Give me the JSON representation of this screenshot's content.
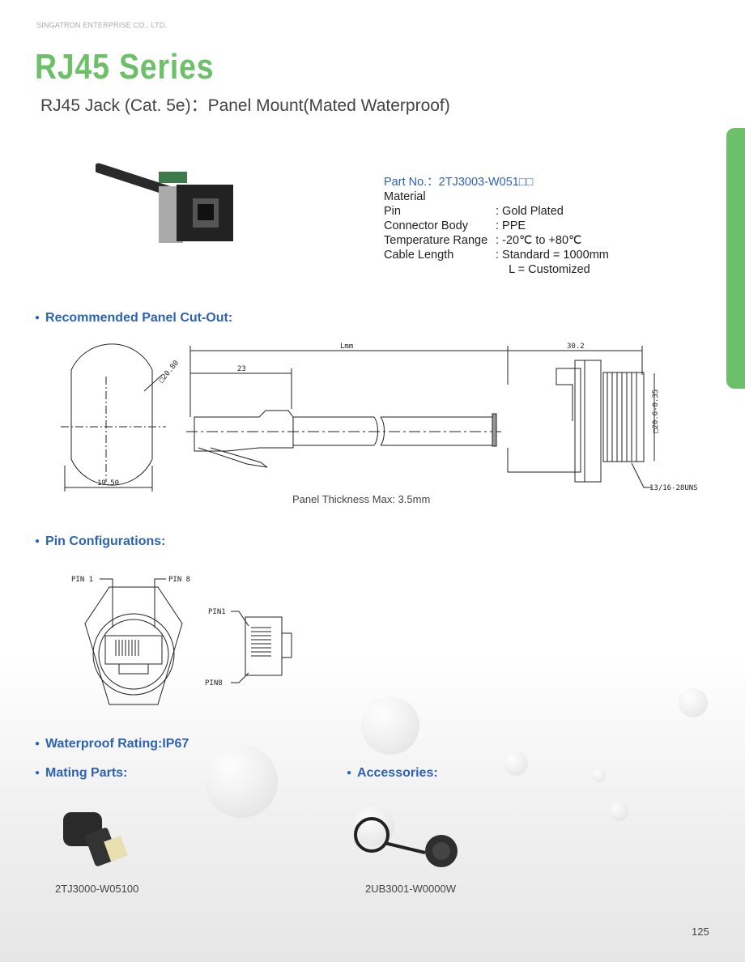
{
  "header": {
    "company": "SINGATRON ENTERPRISE CO., LTD.",
    "title": "RJ45 Series",
    "subtitle": "RJ45 Jack (Cat. 5e)：Panel Mount(Mated Waterproof)"
  },
  "specs": {
    "part_no": "Part No.：2TJ3003-W051□□",
    "material": "Material",
    "rows": [
      {
        "k": "Pin",
        "v": ": Gold Plated"
      },
      {
        "k": "Connector Body",
        "v": ": PPE"
      },
      {
        "k": "Temperature Range",
        "v": ": -20℃ to +80℃"
      },
      {
        "k": "Cable Length",
        "v": ":  Standard = 1000mm"
      },
      {
        "k": "",
        "v": "    L = Customized"
      }
    ]
  },
  "sections": {
    "cutout": "Recommended Panel Cut-Out:",
    "pins": "Pin Configurations:",
    "waterproof": "Waterproof Rating:IP67",
    "mating": "Mating Parts:",
    "accessories": "Accessories:"
  },
  "drawing": {
    "dim_l": "Lmm",
    "dim_23": "23",
    "dim_302": "30.2",
    "dim_d2080": "□20.80",
    "dim_1950": "19.50",
    "dim_d206": "□20.6-0.35",
    "thread": "13/16-28UNS",
    "panel_note": "Panel Thickness Max: 3.5mm"
  },
  "pins": {
    "pin1": "PIN 1",
    "pin8": "PIN 8",
    "pin1b": "PIN1",
    "pin8b": "PIN8"
  },
  "parts": {
    "mating": "2TJ3000-W05100",
    "accessory": "2UB3001-W0000W"
  },
  "page_number": "125",
  "colors": {
    "green": "#6cc068",
    "blue": "#2c63b3"
  }
}
